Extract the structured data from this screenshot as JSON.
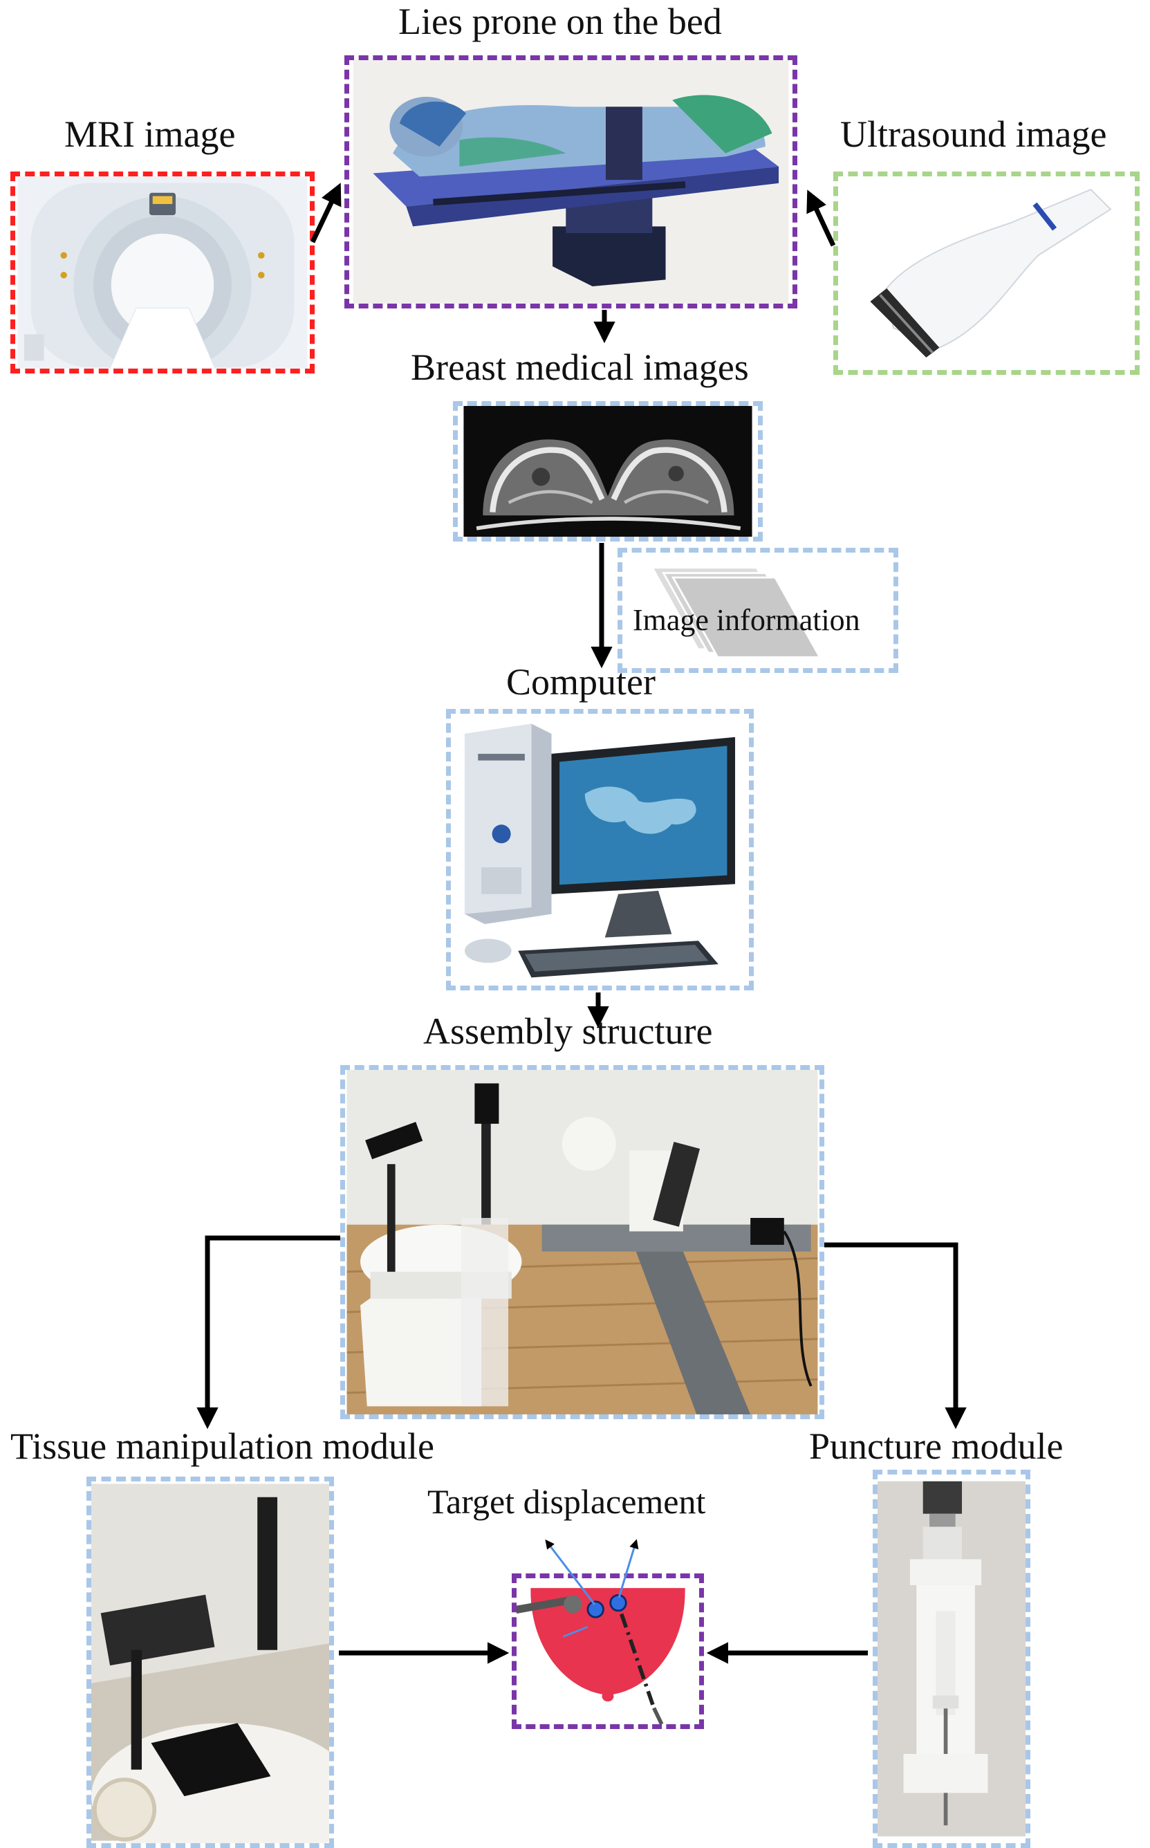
{
  "labels": {
    "bed": "Lies prone on the bed",
    "mri": "MRI image",
    "ultrasound": "Ultrasound image",
    "breast": "Breast medical images",
    "image_info": "Image information",
    "computer": "Computer",
    "assembly": "Assembly structure",
    "tissue": "Tissue manipulation module",
    "puncture": "Puncture module",
    "target": "Target displacement"
  },
  "colors": {
    "mri_border": "#ff1f1f",
    "bed_border": "#7a35a8",
    "ultrasound_border": "#a8d58a",
    "image_borders": "#a9c7e8",
    "target_border": "#7a35a8",
    "arrow": "#000000",
    "target_fill": "#e8344e"
  }
}
